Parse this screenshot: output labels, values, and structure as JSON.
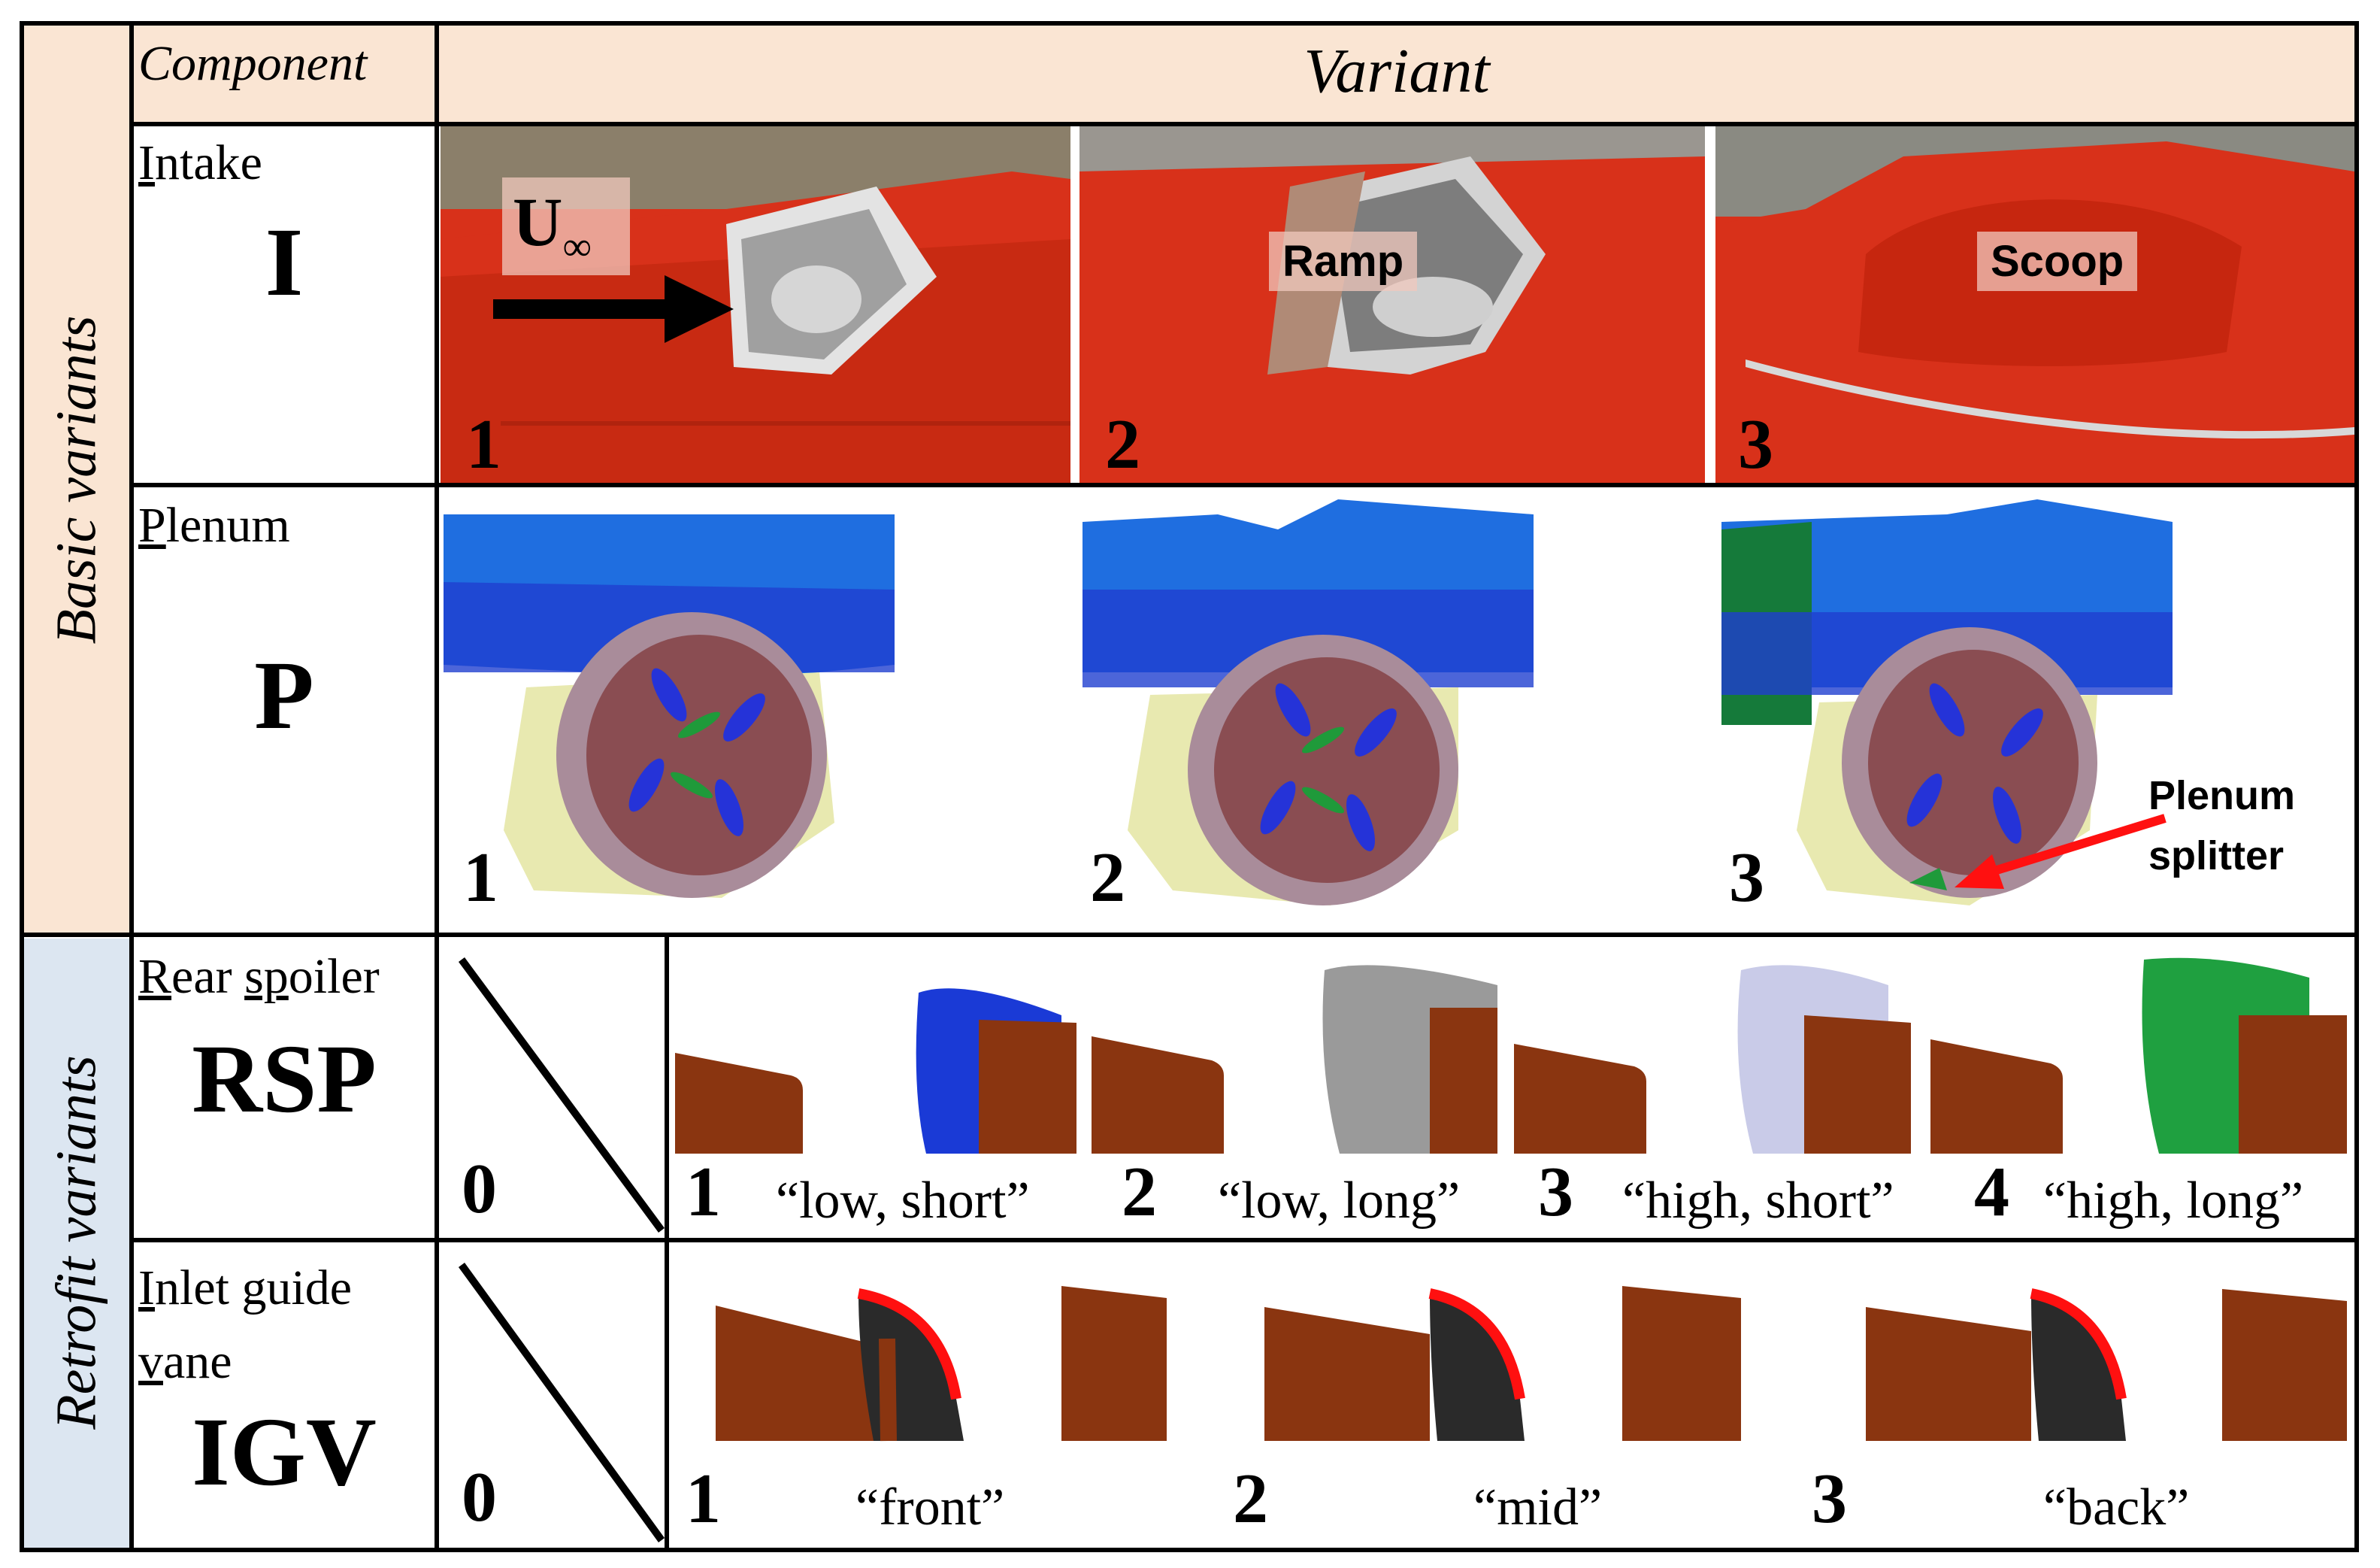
{
  "header": {
    "component": "Component",
    "variant": "Variant"
  },
  "groups": {
    "basic": "Basic variants",
    "retrofit": "Retrofit variants"
  },
  "rows": {
    "intake": {
      "label": "Intake",
      "code": "I",
      "flow_label": "U",
      "flow_sub": "∞",
      "variants": [
        {
          "num": "1",
          "tag": ""
        },
        {
          "num": "2",
          "tag": "Ramp"
        },
        {
          "num": "3",
          "tag": "Scoop"
        }
      ]
    },
    "plenum": {
      "label": "Plenum",
      "code": "P",
      "variants": [
        {
          "num": "1"
        },
        {
          "num": "2"
        },
        {
          "num": "3"
        }
      ],
      "annotation_line1": "Plenum",
      "annotation_line2": "splitter"
    },
    "rear_spoiler": {
      "label": "Rear spoiler",
      "code": "RSP",
      "zero": "0",
      "variants": [
        {
          "num": "1",
          "caption": "“low, short”",
          "color": "#1a3ad6"
        },
        {
          "num": "2",
          "caption": "“low, long”",
          "color": "#9a9a9a"
        },
        {
          "num": "3",
          "caption": "“high, short”",
          "color": "#c9cbe8"
        },
        {
          "num": "4",
          "caption": "“high, long”",
          "color": "#1fa040"
        }
      ]
    },
    "igv": {
      "label_line1": "Inlet guide",
      "label_line2": "vane",
      "code": "IGV",
      "zero": "0",
      "variants": [
        {
          "num": "1",
          "caption": "“front”"
        },
        {
          "num": "2",
          "caption": "“mid”"
        },
        {
          "num": "3",
          "caption": "“back”"
        }
      ]
    }
  },
  "colors": {
    "header_bg": "#fae5d3",
    "basic_bg": "#fae5d3",
    "retrofit_bg": "#dce6f1",
    "body_red": "#d8311a",
    "blade_brown": "#8a3510",
    "vane_dark": "#2a2a2a",
    "accent_red": "#ff1010"
  }
}
